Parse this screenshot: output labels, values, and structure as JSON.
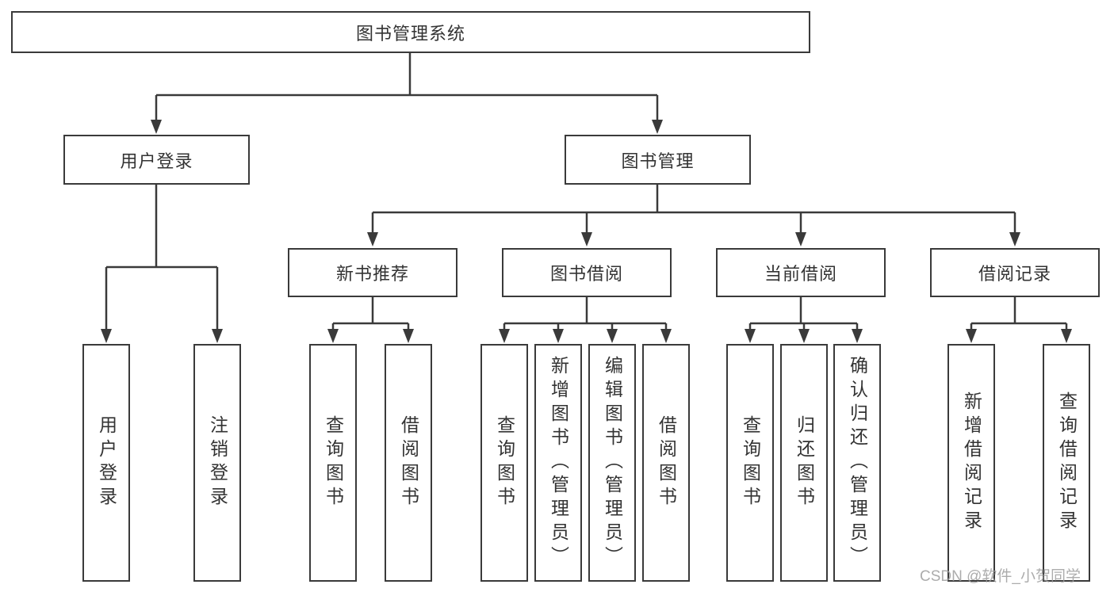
{
  "page": {
    "background": "#ffffff"
  },
  "colors": {
    "line": "#3a3a3a",
    "box_border": "#3a3a3a",
    "box_fill": "#ffffff",
    "text": "#333333",
    "watermark": "#9e9e9e"
  },
  "watermark": "CSDN @软件_小贺同学",
  "tree": {
    "root": {
      "label": "图书管理系统",
      "children": [
        {
          "label": "用户登录",
          "children": [
            {
              "label": "用户登录"
            },
            {
              "label": "注销登录"
            }
          ]
        },
        {
          "label": "图书管理",
          "children": [
            {
              "label": "新书推荐",
              "children": [
                {
                  "label": "查询图书"
                },
                {
                  "label": "借阅图书"
                }
              ]
            },
            {
              "label": "图书借阅",
              "children": [
                {
                  "label": "查询图书"
                },
                {
                  "label": "新增图书（管理员）"
                },
                {
                  "label": "编辑图书（管理员）"
                },
                {
                  "label": "借阅图书"
                }
              ]
            },
            {
              "label": "当前借阅",
              "children": [
                {
                  "label": "查询图书"
                },
                {
                  "label": "归还图书"
                },
                {
                  "label": "确认归还（管理员）"
                }
              ]
            },
            {
              "label": "借阅记录",
              "children": [
                {
                  "label": "新增借阅记录"
                },
                {
                  "label": "查询借阅记录"
                }
              ]
            }
          ]
        }
      ]
    }
  }
}
